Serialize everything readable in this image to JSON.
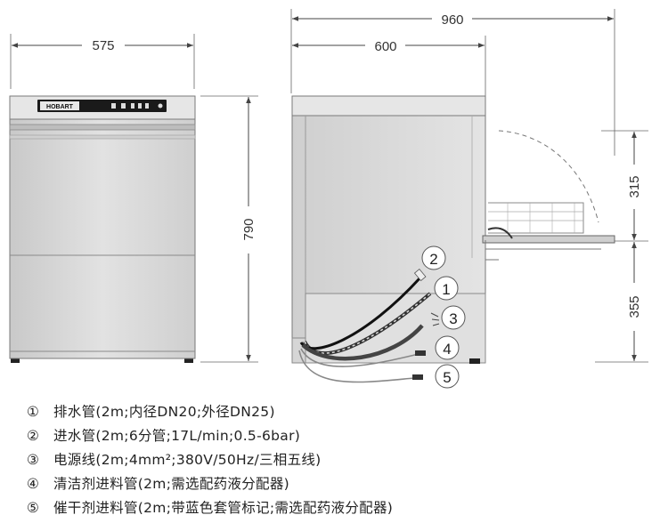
{
  "dimensions": {
    "front_width": "575",
    "front_height": "790",
    "side_depth": "600",
    "total_depth": "960",
    "door_open_height": "315",
    "base_height": "355"
  },
  "front_view": {
    "brand_label": "HOBART"
  },
  "callouts": [
    "2",
    "1",
    "3",
    "4",
    "5"
  ],
  "legend": [
    {
      "marker": "①",
      "text": "排水管(2m;内径DN20;外径DN25)"
    },
    {
      "marker": "②",
      "text": "进水管(2m;6分管;17L/min;0.5-6bar)"
    },
    {
      "marker": "③",
      "text": "电源线(2m;4mm²;380V/50Hz/三相五线)"
    },
    {
      "marker": "④",
      "text": "清洁剂进料管(2m;需选配药液分配器)"
    },
    {
      "marker": "⑤",
      "text": "催干剂进料管(2m;带蓝色套管标记;需选配药液分配器)"
    }
  ],
  "colors": {
    "body_gray": "#d8d8d8",
    "panel_dark": "#1a1a1a",
    "line_gray": "#555555"
  }
}
